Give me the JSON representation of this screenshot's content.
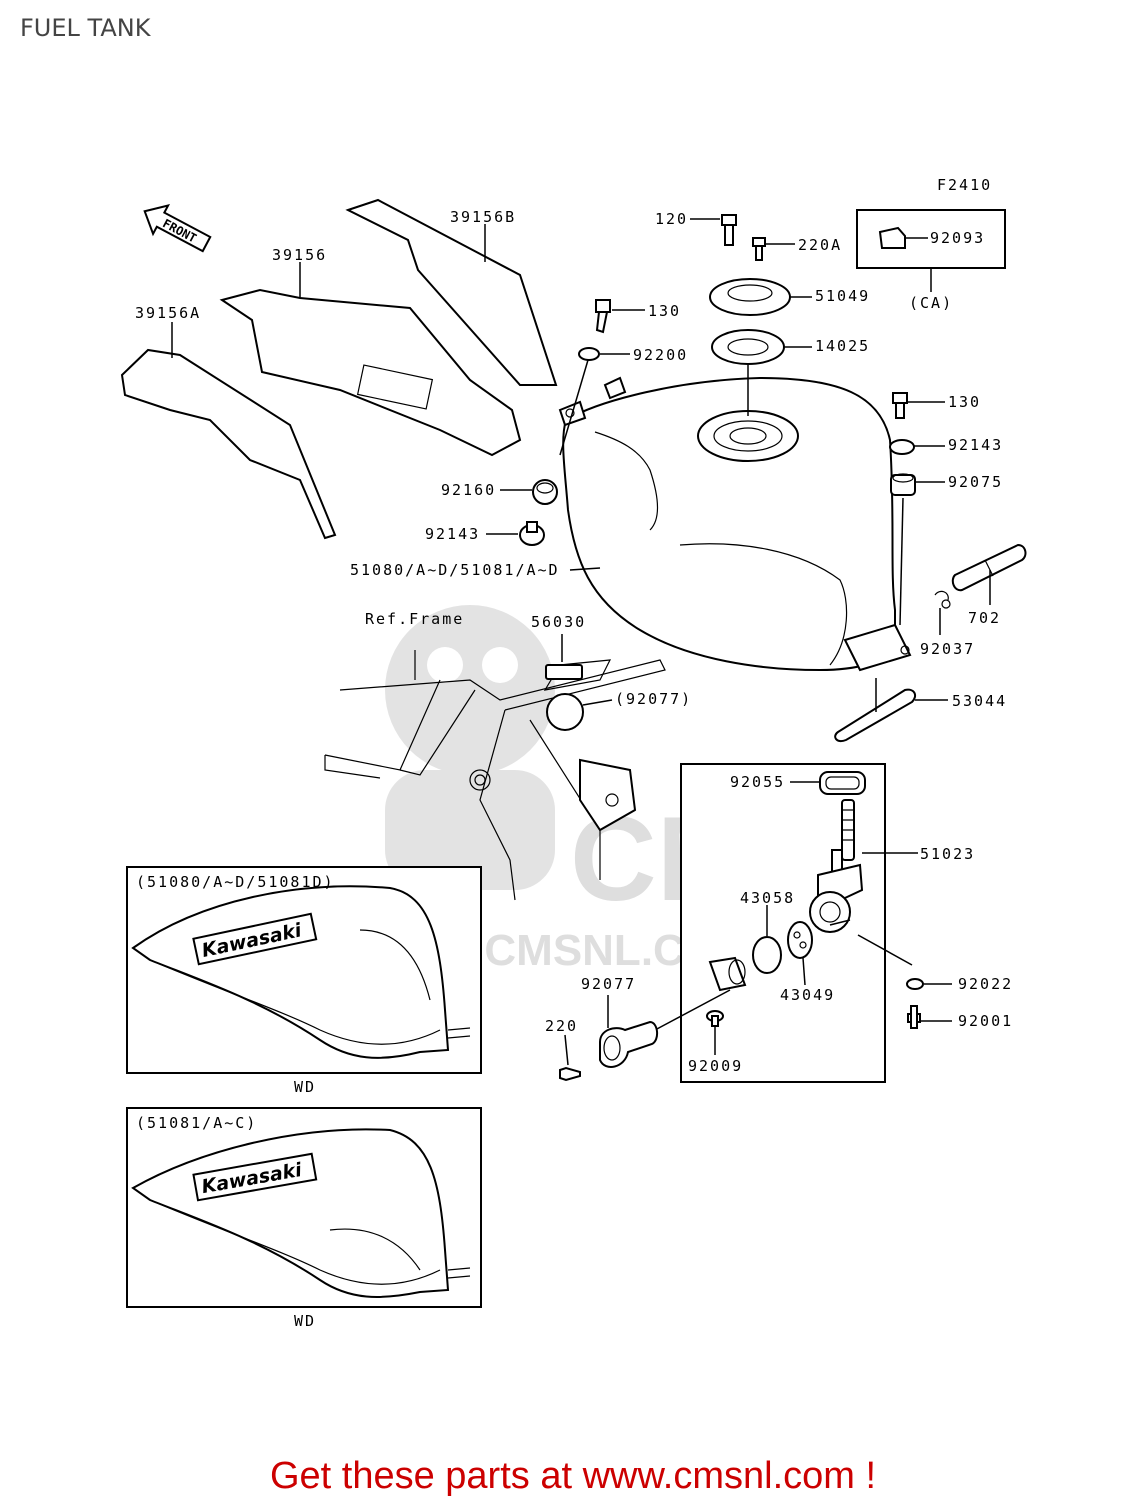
{
  "title": "FUEL TANK",
  "footer": "Get these parts at www.cmsnl.com !",
  "colors": {
    "footer_text": "#cc0000",
    "title_text": "#444444",
    "watermark": "#e3e3e3"
  },
  "diagram": {
    "figure_code": "F2410",
    "front_arrow": "FRONT",
    "ref_frame": "Ref.Frame",
    "watermark": {
      "brand": "CMS",
      "url": "WWW.CMSNL.COM"
    },
    "labels": {
      "p39156B": "39156B",
      "p39156": "39156",
      "p39156A": "39156A",
      "p120": "120",
      "p220A": "220A",
      "p92093": "92093",
      "ca": "(CA)",
      "p51049": "51049",
      "p130a": "130",
      "p92200": "92200",
      "p14025": "14025",
      "p130b": "130",
      "p92143a": "92143",
      "p92075": "92075",
      "p92160": "92160",
      "p92143b": "92143",
      "p51080": "51080/A~D/51081/A~D",
      "p702": "702",
      "p56030": "56030",
      "p92037": "92037",
      "p92077a": "(92077)",
      "p53044": "53044",
      "p92055": "92055",
      "p51023": "51023",
      "p43058": "43058",
      "p43049": "43049",
      "p92022": "92022",
      "p92077b": "92077",
      "p92001": "92001",
      "p220": "220",
      "p92009": "92009"
    },
    "insets": [
      {
        "caption": "(51080/A~D/51081D)",
        "brand": "Kawasaki",
        "note": "WD"
      },
      {
        "caption": "(51081/A~C)",
        "brand": "Kawasaki",
        "note": "WD"
      }
    ]
  }
}
